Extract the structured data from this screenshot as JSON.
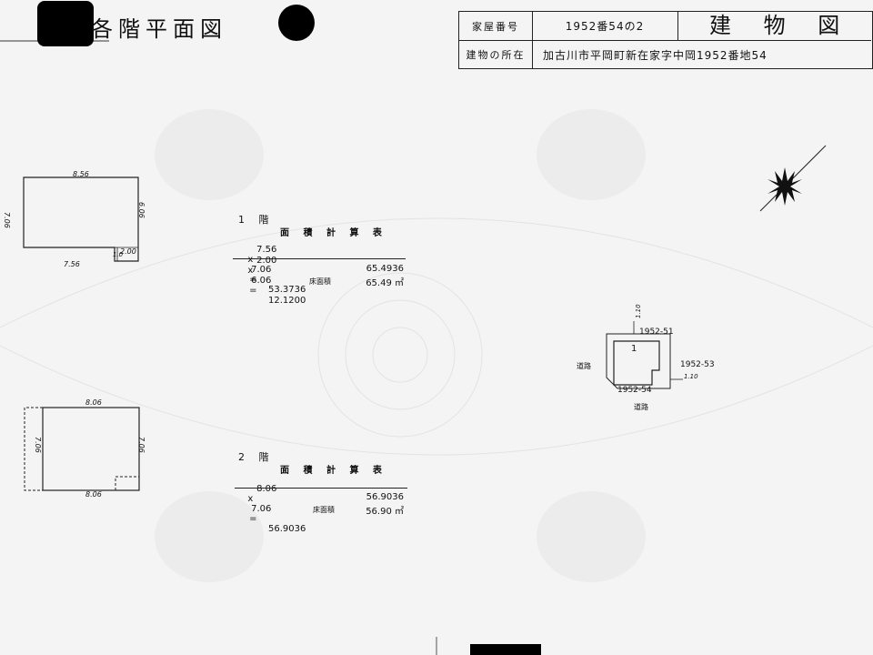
{
  "header": {
    "left_title": "各階平面図",
    "right_title": "建 物 図 面",
    "house_number_label": "家屋番号",
    "house_number_value": "1952番54の2",
    "location_label": "建物の所在",
    "location_value": "加古川市平岡町新在家字中岡1952番地54"
  },
  "floor1": {
    "heading": "1 階",
    "table_title": "面 積 計 算 表",
    "rows": [
      {
        "a": "7.56",
        "op": "x",
        "b": "7.06",
        "eq": "=",
        "result": "53.3736"
      },
      {
        "a": "2.00",
        "op": "x",
        "b": "6.06",
        "eq": "=",
        "result": "12.1200"
      }
    ],
    "total": "65.4936",
    "floor_area_label": "床面積",
    "floor_area_value": "65.49 ㎡",
    "dims": {
      "top": "8.56",
      "bottom": "7.56",
      "left": "7.06",
      "right": "6.06",
      "notch": "2.00",
      "notch_v": "1.0"
    }
  },
  "floor2": {
    "heading": "2 階",
    "table_title": "面 積 計 算 表",
    "rows": [
      {
        "a": "8.06",
        "op": "x",
        "b": "7.06",
        "eq": "=",
        "result": "56.9036"
      }
    ],
    "total": "56.9036",
    "floor_area_label": "床面積",
    "floor_area_value": "56.90 ㎡",
    "dims": {
      "top": "8.06",
      "bottom": "8.06",
      "left": "7.06",
      "right": "7.06"
    }
  },
  "site": {
    "lot_top": "1952-51",
    "lot_right": "1952-53",
    "lot_bottom": "1952-54",
    "road_left": "道路",
    "road_bottom": "道路",
    "dim_top": "1.10",
    "dim_right": "1.10",
    "building_mark": "1"
  }
}
